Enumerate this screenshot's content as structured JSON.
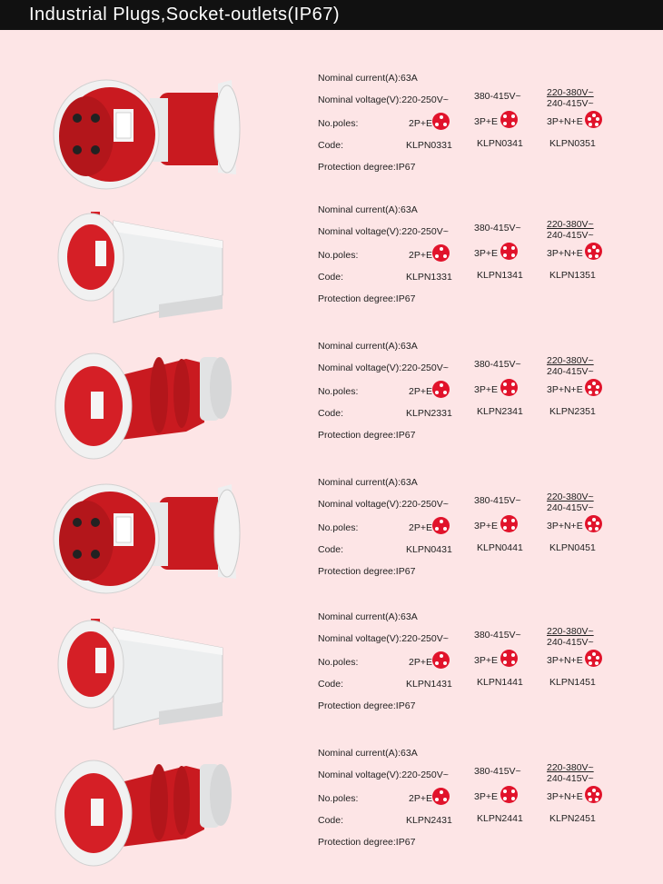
{
  "header": {
    "title": "Industrial Plugs,Socket-outlets(IP67)"
  },
  "colors": {
    "header_bg": "#111111",
    "page_bg": "#fde5e6",
    "product_red": "#d51f26",
    "product_white": "#eef0f1",
    "pin_red": "#e1132b"
  },
  "labels": {
    "current": "Nominal current(A):63A",
    "voltage": "Nominal voltage(V):220-250V~",
    "voltage_3p": "380-415V~",
    "voltage_3pn_top": "220-380V~",
    "voltage_3pn_bottom": "240-415V~",
    "poles": "No.poles:",
    "pole_2pe": "2P+E",
    "pole_3pe": "3P+E",
    "pole_3pne": "3P+N+E",
    "code": "Code:",
    "protection": "Protection degree:IP67"
  },
  "products": [
    {
      "image": "plug-icon",
      "codes": [
        "KLPN0331",
        "KLPN0341",
        "KLPN0351"
      ]
    },
    {
      "image": "wall-socket-icon",
      "codes": [
        "KLPN1331",
        "KLPN1341",
        "KLPN1351"
      ]
    },
    {
      "image": "connector-icon",
      "codes": [
        "KLPN2331",
        "KLPN2341",
        "KLPN2351"
      ]
    },
    {
      "image": "plug-icon",
      "codes": [
        "KLPN0431",
        "KLPN0441",
        "KLPN0451"
      ]
    },
    {
      "image": "wall-socket-icon",
      "codes": [
        "KLPN1431",
        "KLPN1441",
        "KLPN1451"
      ]
    },
    {
      "image": "connector-icon",
      "codes": [
        "KLPN2431",
        "KLPN2441",
        "KLPN2451"
      ]
    }
  ]
}
